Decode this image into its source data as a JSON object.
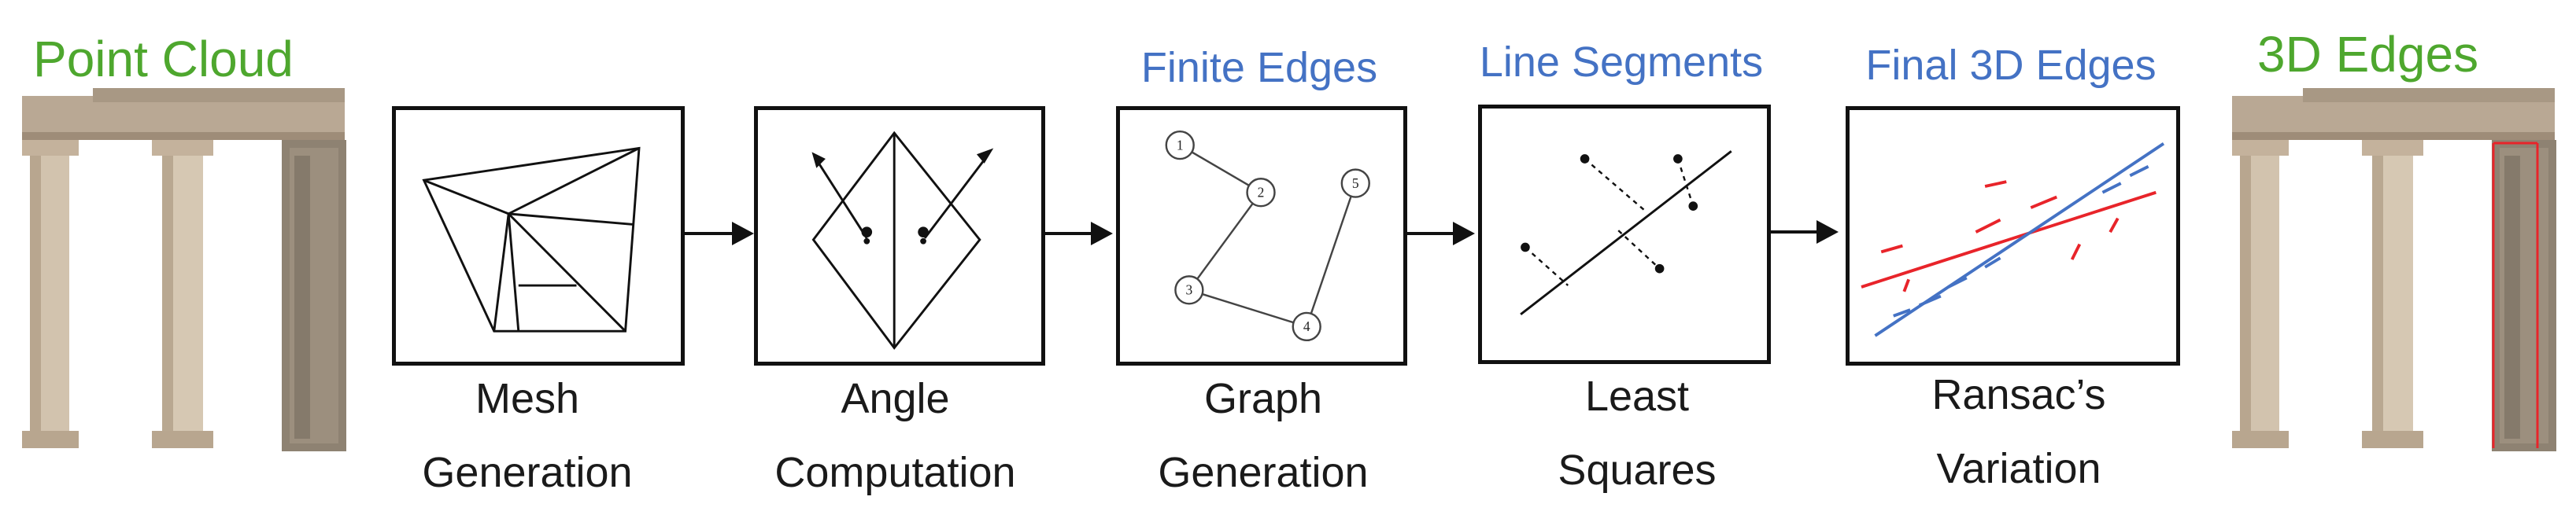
{
  "endpoints": {
    "input_title": "Point Cloud",
    "output_title": "3D Edges",
    "input_image": "ruined-colonnade-point-cloud",
    "output_image": "ruined-colonnade-with-detected-edges"
  },
  "stages": [
    {
      "id": "mesh",
      "top_label": "",
      "caption": [
        "Mesh",
        "Generation"
      ],
      "icon": "triangle-mesh"
    },
    {
      "id": "angle",
      "top_label": "",
      "caption": [
        "Angle",
        "Computation"
      ],
      "icon": "normal-angle"
    },
    {
      "id": "graph",
      "top_label": "Finite Edges",
      "caption": [
        "Graph",
        "Generation"
      ],
      "icon": "edge-graph",
      "node_labels": [
        "1",
        "2",
        "3",
        "4",
        "5"
      ]
    },
    {
      "id": "lsq",
      "top_label": "Line Segments",
      "caption": [
        "Least",
        "Squares"
      ],
      "icon": "line-fit"
    },
    {
      "id": "ransac",
      "top_label": "Final 3D Edges",
      "caption": [
        "Ransac’s",
        "Variation"
      ],
      "icon": "ransac-lines"
    }
  ],
  "colors": {
    "green": "#4ea72e",
    "blue": "#4472c4",
    "red": "#e8242a",
    "stroke": "#111111"
  }
}
